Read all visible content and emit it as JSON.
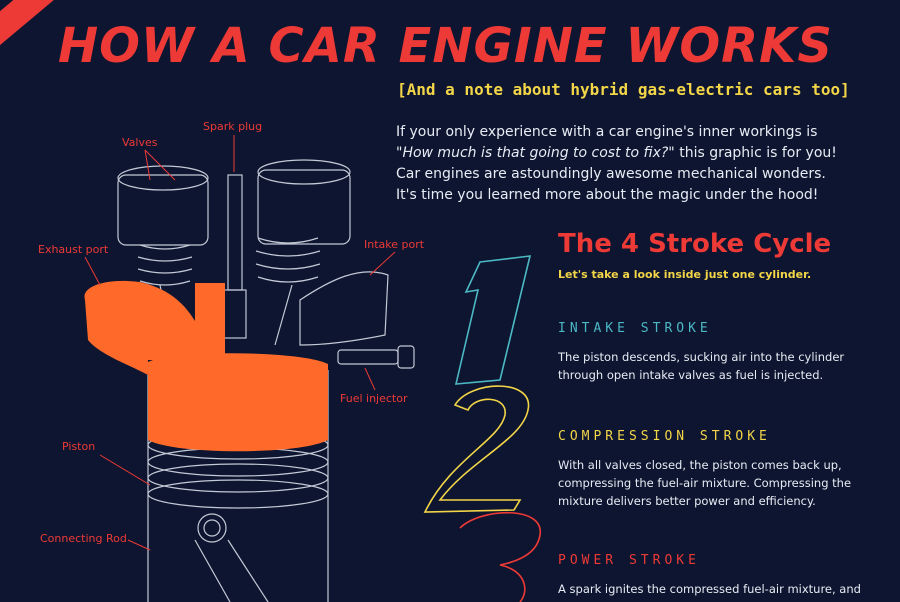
{
  "header": {
    "title": "HOW A CAR ENGINE WORKS",
    "subtitle": "[And a note about hybrid gas-electric cars too]"
  },
  "intro": {
    "line1": "If your only experience with a car engine's inner workings is",
    "line2_quote": "\"How much is that going to cost to fix?\"",
    "line2_rest": " this graphic is for you!",
    "line3": "Car engines are astoundingly awesome mechanical wonders.",
    "line4": "It's time you learned more about the magic under the hood!"
  },
  "cycle": {
    "title": "The 4 Stroke Cycle",
    "subtitle": "Let's take a look inside just one cylinder.",
    "strokes": [
      {
        "number": "1",
        "title": "INTAKE STROKE",
        "color": "#4bb8c4",
        "lines": [
          "The piston descends, sucking air into the cylinder",
          "through open intake valves as fuel is injected."
        ]
      },
      {
        "number": "2",
        "title": "COMPRESSION STROKE",
        "color": "#f3d548",
        "lines": [
          "With all valves closed, the piston comes back up,",
          "compressing the fuel-air mixture. Compressing the",
          "mixture delivers better power and efficiency."
        ]
      },
      {
        "number": "3",
        "title": "POWER STROKE",
        "color": "#ee3a36",
        "lines": [
          "A spark ignites the compressed fuel-air mixture, and"
        ]
      }
    ]
  },
  "labels": {
    "spark_plug": "Spark plug",
    "valves": "Valves",
    "exhaust_port": "Exhaust port",
    "intake_port": "Intake port",
    "fuel_injector": "Fuel injector",
    "piston": "Piston",
    "connecting_rod": "Connecting Rod"
  },
  "colors": {
    "background": "#0d1530",
    "accent_red": "#ee3a36",
    "accent_yellow": "#f3d548",
    "accent_teal": "#4bb8c4",
    "combustion_orange": "#ff6a2b"
  }
}
